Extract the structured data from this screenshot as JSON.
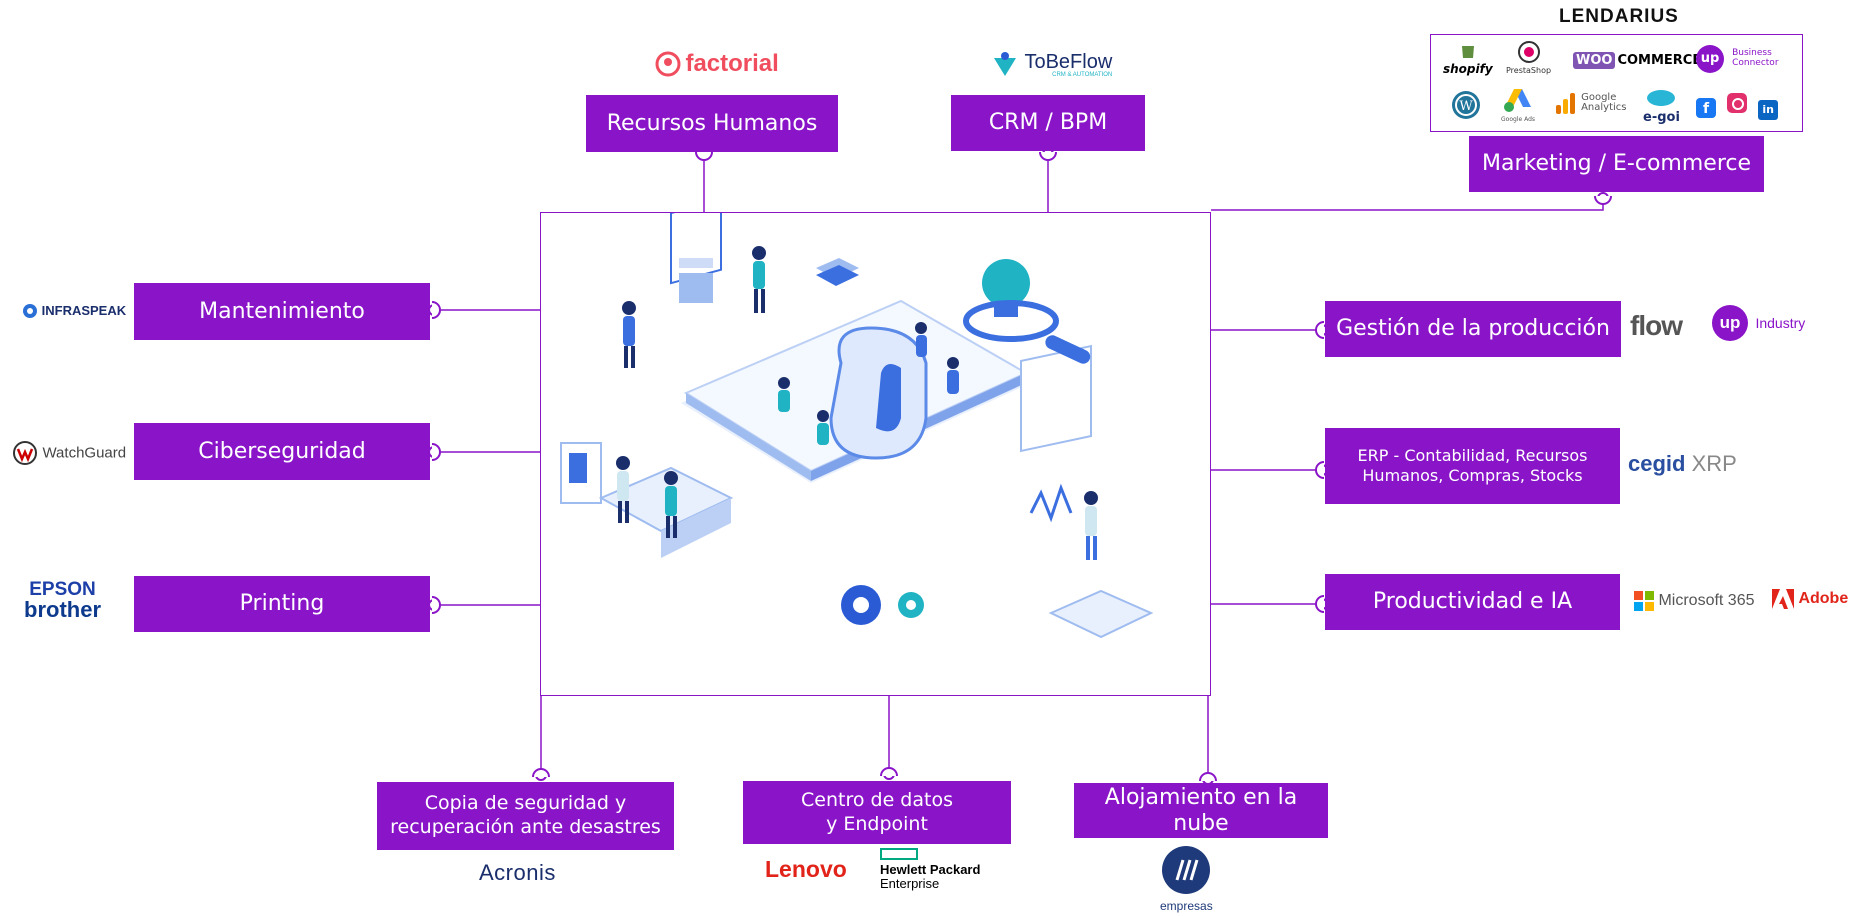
{
  "categories": {
    "rrhh": "Recursos Humanos",
    "crm": "CRM / BPM",
    "marketing": "Marketing / E-commerce",
    "mantenimiento": "Mantenimiento",
    "ciberseguridad": "Ciberseguridad",
    "printing": "Printing",
    "produccion": "Gestión de la producción",
    "erp": "ERP - Contabilidad, Recursos Humanos, Compras, Stocks",
    "productividad": "Productividad e IA",
    "copia": "Copia de seguridad y recuperación ante desastres",
    "centro": "Centro de datos y Endpoint",
    "nube": "Alojamiento en la nube"
  },
  "brands": {
    "factorial": "factorial",
    "tobeflow": "ToBeFlow",
    "tobeflow_sub": "CRM & AUTOMATION",
    "lendarius": "LENDARIUS",
    "shopify": "shopify",
    "prestashop": "PrestaShop",
    "woo": "WOO",
    "commerce": "COMMERCE",
    "up_bc_1": "Business",
    "up_bc_2": "Connector",
    "google_ads": "Google Ads",
    "google_analytics_1": "Google",
    "google_analytics_2": "Analytics",
    "egoi": "e-goi",
    "infraspeak": "INFRASPEAK",
    "watchguard": "WatchGuard",
    "epson": "EPSON",
    "brother": "brother",
    "flow": "flow",
    "up_industry": "Industry",
    "cegid": "cegid",
    "xrp": "XRP",
    "microsoft": "Microsoft 365",
    "adobe": "Adobe",
    "acronis": "Acronis",
    "lenovo": "Lenovo",
    "hpe_1": "Hewlett Packard",
    "hpe_2": "Enterprise",
    "empresas": "empresas"
  },
  "colors": {
    "accent": "#8a14c8",
    "illustration_blue": "#3b6fe0"
  }
}
